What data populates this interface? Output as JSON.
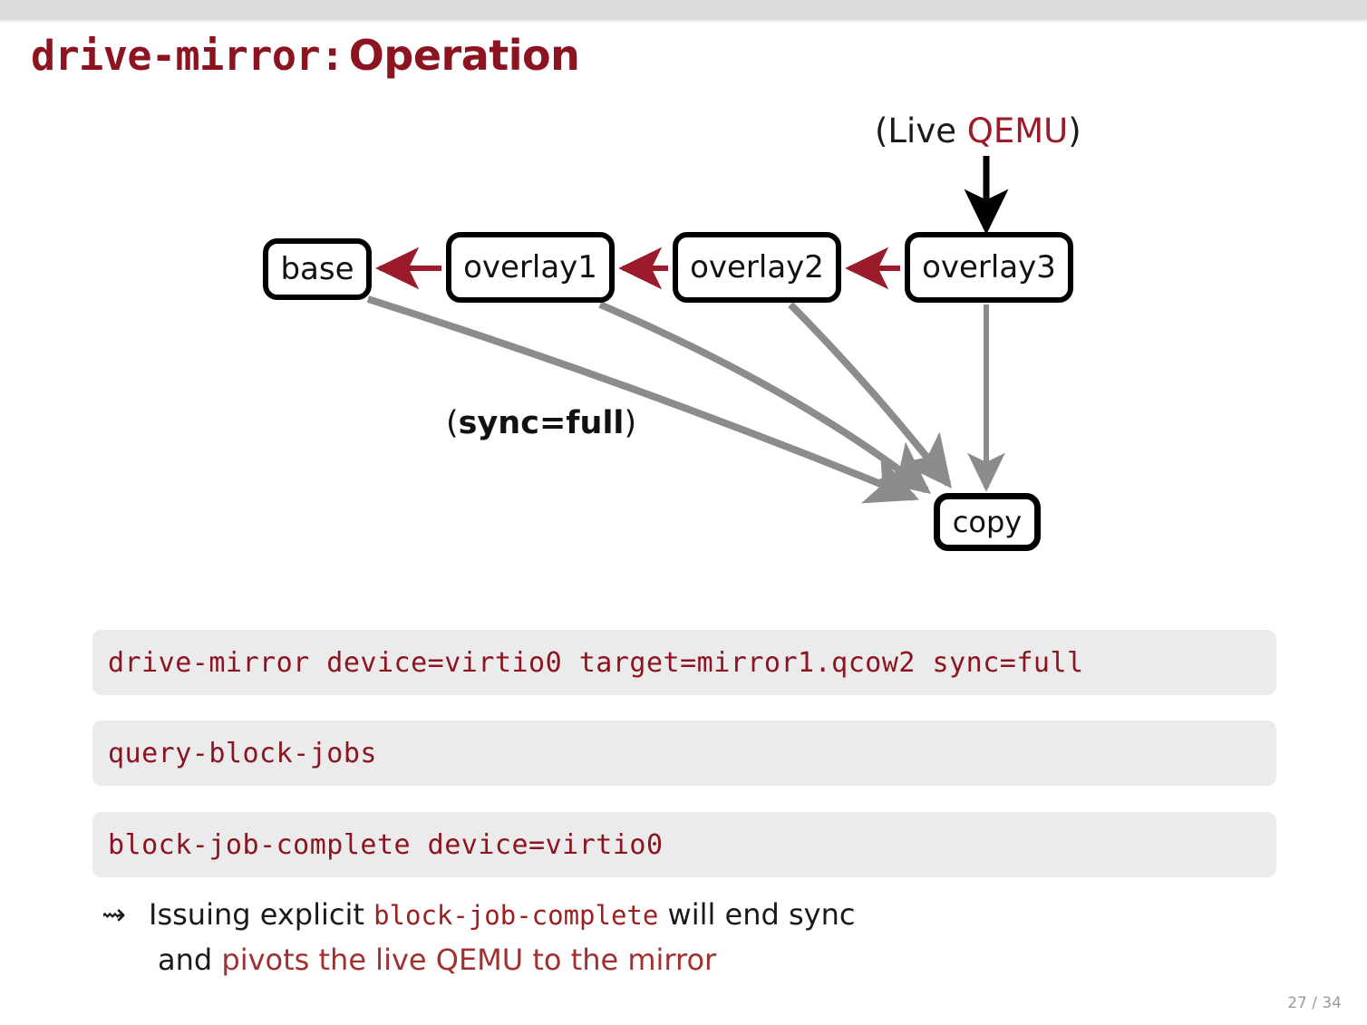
{
  "slide": {
    "title_mono": "drive-mirror:",
    "title_sans": "Operation",
    "page_number": "27 / 34"
  },
  "diagram": {
    "live_label_prefix": "(Live ",
    "live_label_accent": "QEMU",
    "live_label_suffix": ")",
    "sync_label_open": "(",
    "sync_label_kw": "sync=full",
    "sync_label_close": ")",
    "nodes": [
      {
        "id": "base",
        "label": "base"
      },
      {
        "id": "overlay1",
        "label": "overlay1"
      },
      {
        "id": "overlay2",
        "label": "overlay2"
      },
      {
        "id": "overlay3",
        "label": "overlay3"
      },
      {
        "id": "copy",
        "label": "copy"
      }
    ],
    "colors": {
      "backing_chain_arrow": "#9b1b2a",
      "mirror_arrow": "#8c8c8c",
      "qemu_arrow": "#000000",
      "node_border": "#000000",
      "accent_red": "#8c1420"
    }
  },
  "code_blocks": [
    {
      "id": "drive-mirror",
      "text": "drive-mirror device=virtio0 target=mirror1.qcow2 sync=full"
    },
    {
      "id": "query-block-jobs",
      "text": "query-block-jobs"
    },
    {
      "id": "block-job-complete",
      "text": "block-job-complete device=virtio0"
    }
  ],
  "note": {
    "bullet_glyph": "⇝",
    "line1_pre": "Issuing explicit ",
    "line1_code": "block-job-complete",
    "line1_post": " will end sync",
    "line2_pre": "and ",
    "line2_red": "pivots the live QEMU to the mirror"
  }
}
